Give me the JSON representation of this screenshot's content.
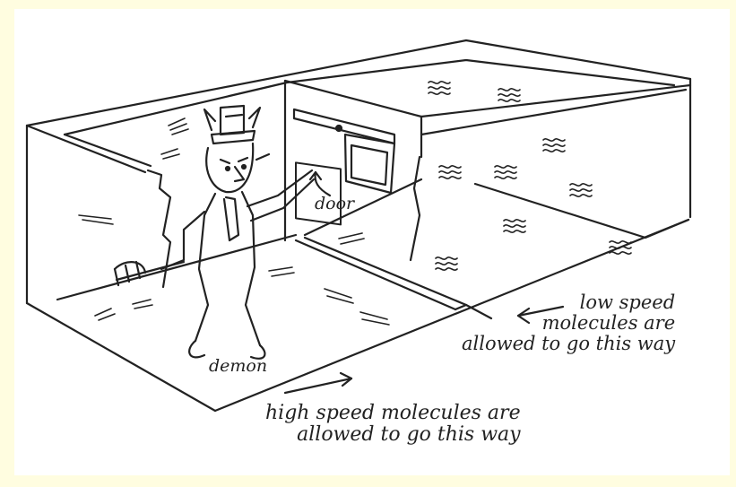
{
  "labels": {
    "door": "door",
    "demon": "demon",
    "low_speed": [
      "low speed",
      "molecules are",
      "allowed to go this way"
    ],
    "high_speed": [
      "high speed molecules are",
      "allowed to go this way"
    ]
  },
  "colors": {
    "frame_background": "#fffde0",
    "panel_background": "#ffffff",
    "ink": "#222222"
  },
  "icons": {
    "fast_molecule": "dash-lines",
    "slow_molecule": "wavy-lines",
    "arrow": "hand-drawn-arrow"
  }
}
